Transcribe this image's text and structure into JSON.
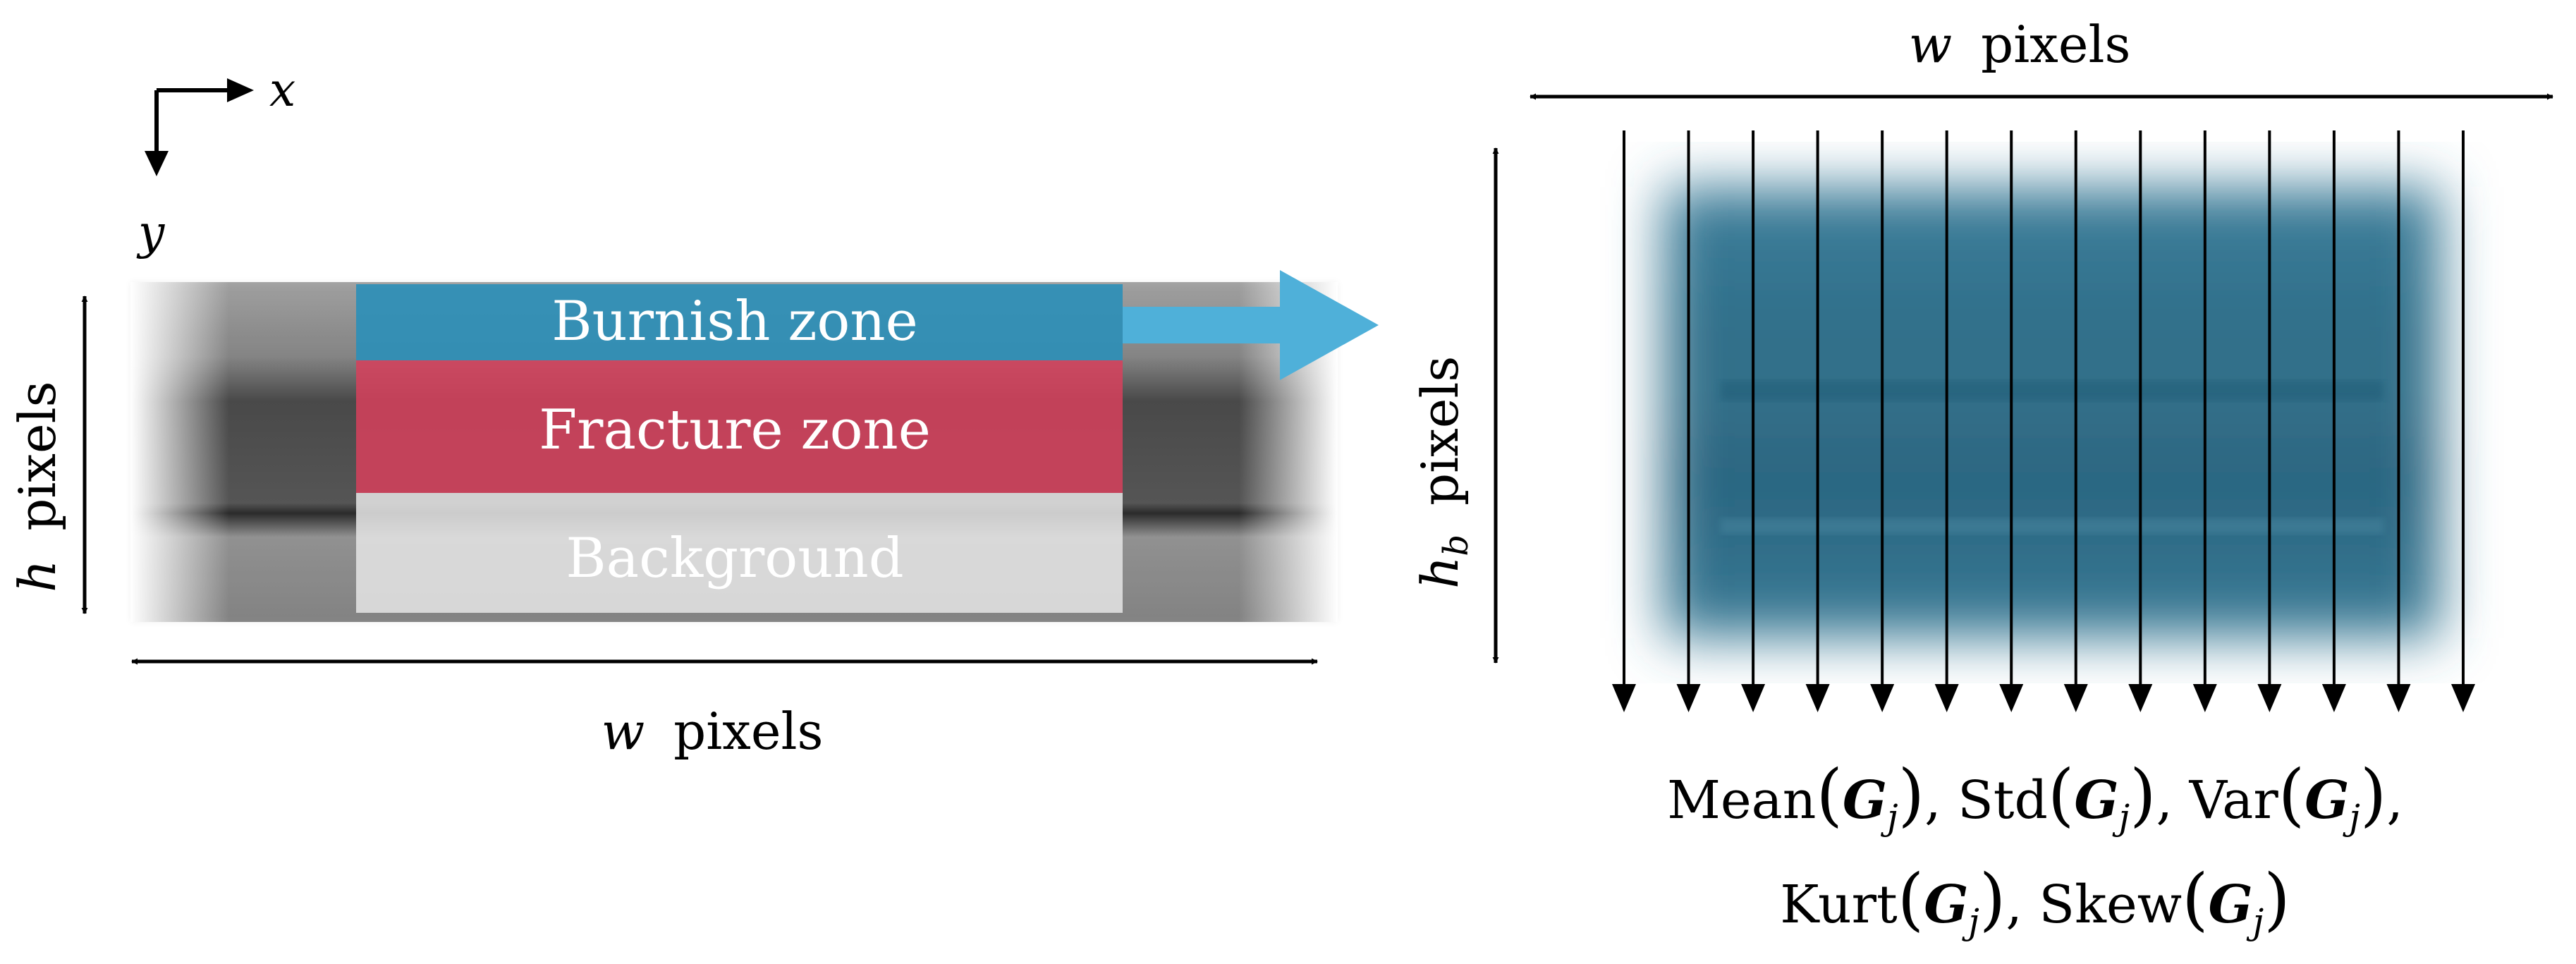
{
  "axes": {
    "x_label": "x",
    "y_label": "y"
  },
  "left_panel": {
    "zones": {
      "burnish": "Burnish zone",
      "fracture": "Fracture zone",
      "background": "Background"
    },
    "height_label_symbol": "h",
    "height_label_unit": "pixels",
    "width_label_symbol": "w",
    "width_label_unit": "pixels"
  },
  "right_panel": {
    "width_label_symbol": "w",
    "width_label_unit": "pixels",
    "height_label_symbol": "h",
    "height_label_subscript": "b",
    "height_label_unit": "pixels",
    "features": {
      "mean": "Mean",
      "std": "Std",
      "var": "Var",
      "kurt": "Kurt",
      "skew": "Skew",
      "operand_symbol": "G",
      "operand_subscript": "j"
    }
  },
  "colors": {
    "burnish_zone": "#2b8fb8",
    "fracture_zone": "#d6405c",
    "background_zone": "#d9d9d9",
    "flow_arrow": "#4fb0d9",
    "strip_image": "#2f6f8a"
  }
}
